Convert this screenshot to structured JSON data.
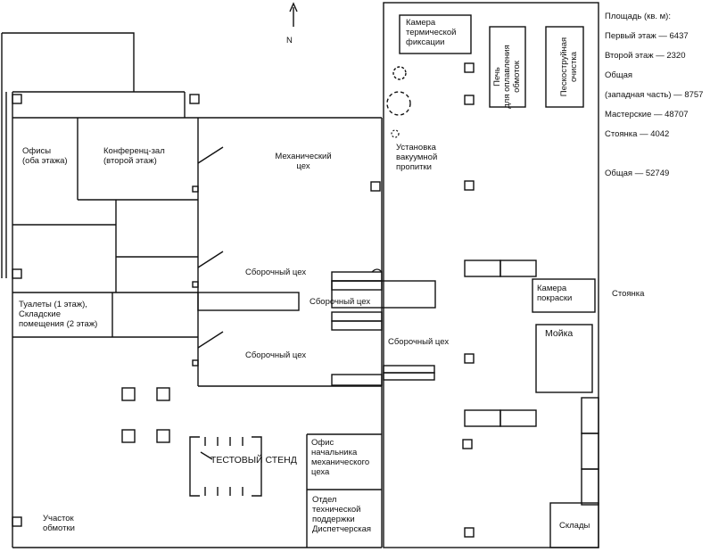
{
  "compass": {
    "north": "N"
  },
  "legend": {
    "header": "Площадь (кв. м):",
    "lines": [
      "Первый этаж — 6437",
      "Второй этаж — 2320",
      "Общая",
      "(западная часть) — 8757",
      "Мастерские — 48707",
      "Стоянка — 4042",
      "",
      "Общая — 52749"
    ]
  },
  "rooms": {
    "thermal_fixation": "Камера\nтермической\nфиксации",
    "winding_melt_oven": "Печь\nдля оплавления\nобмоток",
    "sandblast": "Пескоструйная\nочистка",
    "vacuum_impregnation": "Установка\nвакуумной\nпропитки",
    "offices": "Офисы\n(оба этажа)",
    "conference_hall": "Конференц-зал\n(второй этаж)",
    "mechanical_shop": "Механический\nцех",
    "assembly_1": "Сборочный цех",
    "assembly_2": "Сборочный цех",
    "assembly_3": "Сборочный цех",
    "assembly_4": "Сборочный цех",
    "toilets_storage": "Туалеты (1 этаж),\nСкладские\nпомещения (2 этаж)",
    "paint_chamber": "Камера\nпокраски",
    "washer": "Мойка",
    "parking": "Стоянка",
    "test_stand": "ТЕСТОВЫЙ СТЕНД",
    "mech_shop_head_office": "Офис\nначальника\nмеханического\nцеха",
    "tech_support": "Отдел\nтехнической\nподдержки\nДиспетчерская",
    "winding_section": "Участок\nобмотки",
    "warehouses": "Склады"
  }
}
